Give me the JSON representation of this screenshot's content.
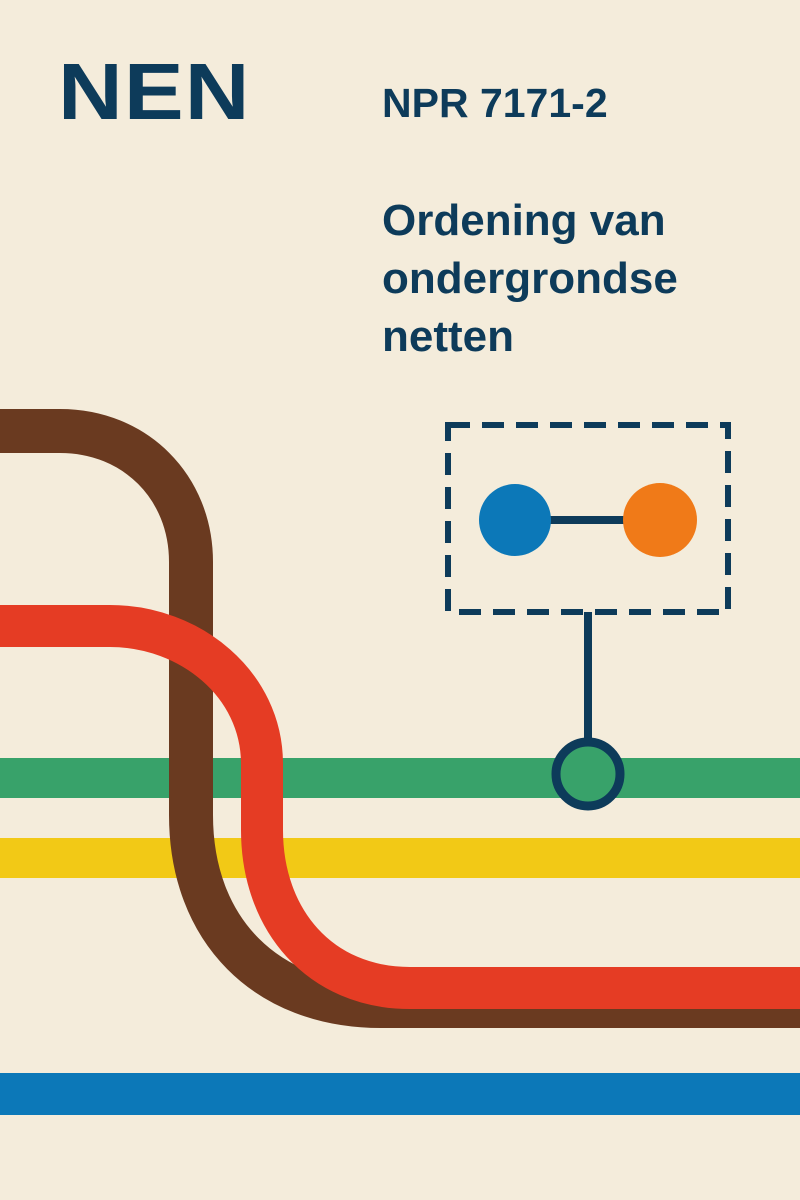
{
  "cover": {
    "publisher_logo": "NEN",
    "document_code": "NPR 7171-2",
    "title_lines": [
      "Ordening van",
      "ondergrondse",
      "netten"
    ]
  },
  "colors": {
    "background": "#f4ecdb",
    "text": "#0d3b5a",
    "brown_cable": "#6a3a20",
    "red_cable": "#e53c24",
    "green_cable": "#38a26a",
    "yellow_cable": "#f2c916",
    "blue_cable": "#0c78b8",
    "blue_node": "#0c78b8",
    "orange_node": "#f07a18",
    "connector": "#0d3b5a"
  },
  "icons": {
    "network_diagram": "dashed-box-with-two-linked-nodes-icon",
    "cable_tap": "ring-connector-icon"
  }
}
